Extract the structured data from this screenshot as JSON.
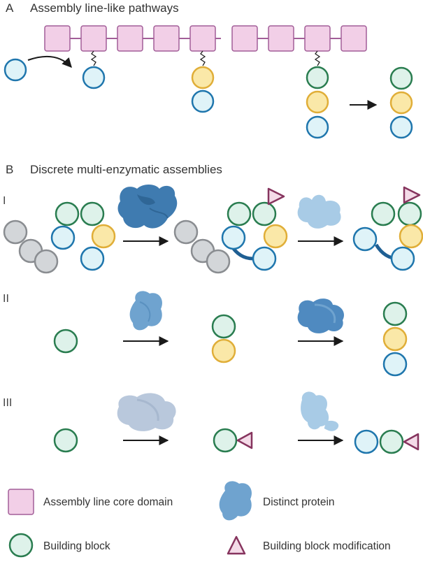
{
  "colors": {
    "core_fill": "#f2cfe7",
    "core_stroke": "#a25f98",
    "blue_fill": "#dff3f8",
    "blue_stroke": "#1f76ad",
    "green_fill": "#def2ea",
    "green_stroke": "#2a7d50",
    "yellow_fill": "#fae8a8",
    "yellow_stroke": "#e0ae38",
    "grey_fill": "#d3d6d9",
    "grey_stroke": "#8a8d91",
    "mod_fill": "#f4dbe8",
    "mod_stroke": "#86345e",
    "protein_dark": "#3f7bb0",
    "protein_mid": "#6fa3cf",
    "protein_light": "#a8cbe6",
    "protein_pale": "#b9c8dc"
  },
  "section_a": {
    "letter": "A",
    "title": "Assembly line-like pathways"
  },
  "section_b": {
    "letter": "B",
    "title": "Discrete multi-enzymatic assemblies"
  },
  "rows": {
    "i": "I",
    "ii": "II",
    "iii": "III"
  },
  "legend": {
    "core_domain": "Assembly line core domain",
    "distinct_protein": "Distinct protein",
    "building_block": "Building block",
    "modification": "Building block modification"
  },
  "icons": [
    "core-domain-box-icon",
    "building-block-circle-icon",
    "distinct-protein-blob-icon",
    "modification-triangle-icon",
    "arrow-icon"
  ]
}
